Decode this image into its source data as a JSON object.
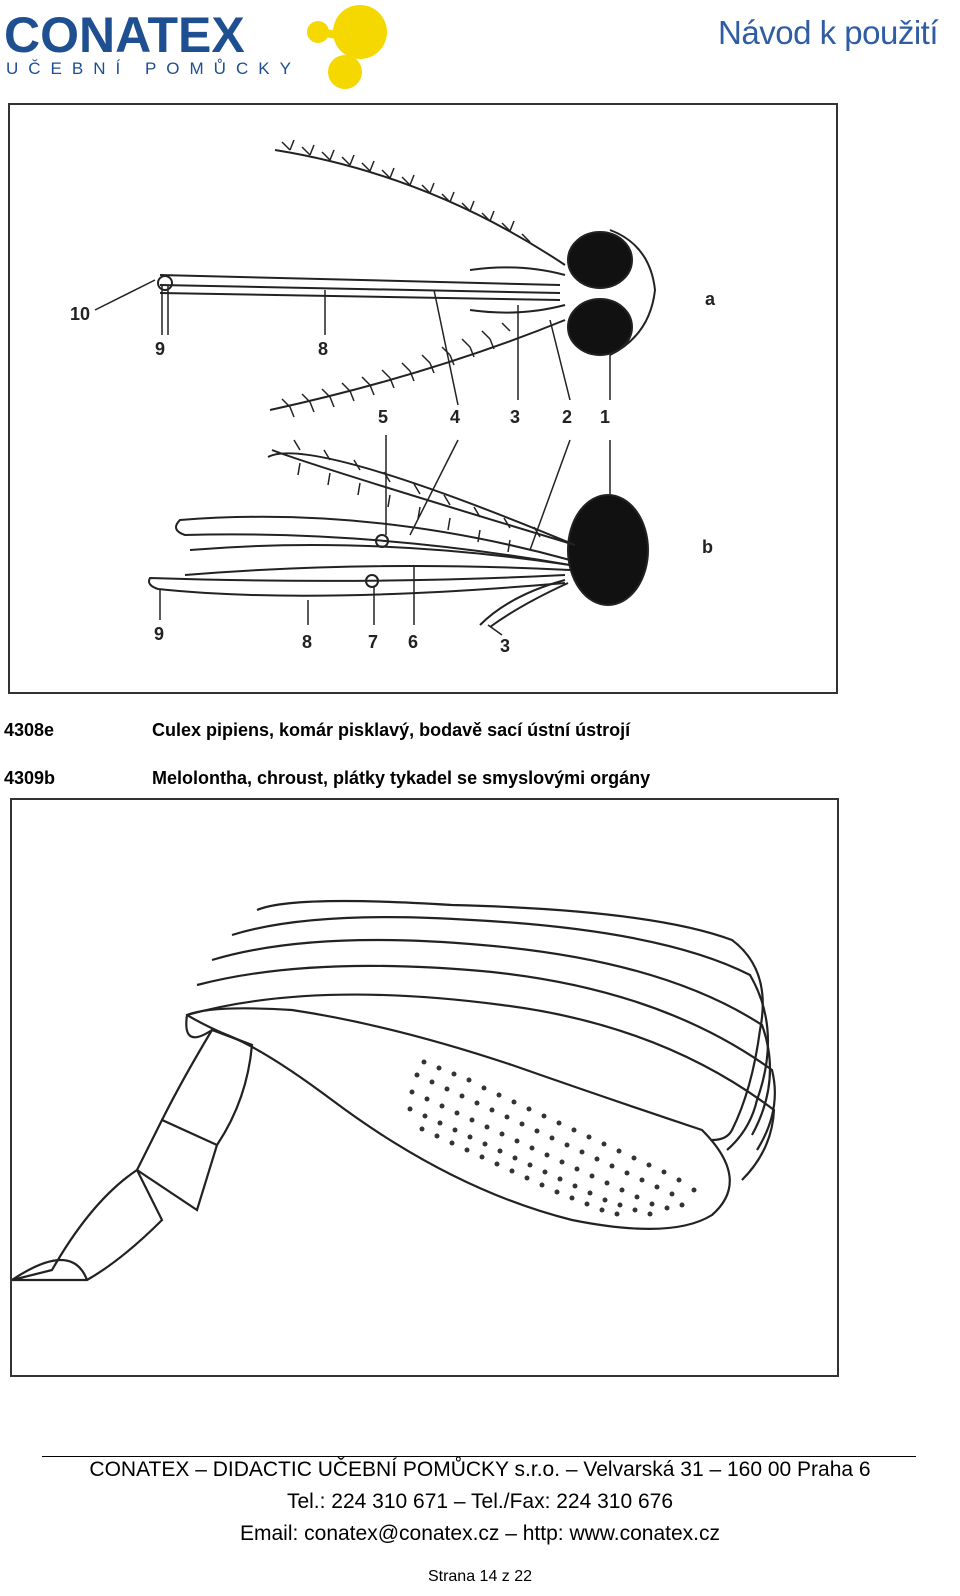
{
  "header": {
    "logo_text": "CONATEX",
    "logo_subtitle": "UČEBNÍ POMŮCKY",
    "doc_title": "Návod k použití"
  },
  "figure1": {
    "labels": [
      "10",
      "9",
      "8",
      "a",
      "5",
      "4",
      "3",
      "2",
      "1",
      "b",
      "9",
      "8",
      "7",
      "6",
      "3"
    ]
  },
  "captions": [
    {
      "code": "4308e",
      "text": "Culex pipiens, komár pisklavý, bodavě sací ústní ústrojí"
    },
    {
      "code": "4309b",
      "text": "Melolontha, chroust, plátky tykadel se smyslovými orgány"
    }
  ],
  "footer": {
    "line1": "CONATEX – DIDACTIC UČEBNÍ POMŮCKY s.r.o. – Velvarská 31 – 160 00 Praha 6",
    "line2": "Tel.: 224 310 671 – Tel./Fax: 224 310 676",
    "line3": "Email: conatex@conatex.cz – http: www.conatex.cz",
    "page": "Strana 14 z 22"
  },
  "colors": {
    "logo_blue": "#1d4f91",
    "logo_yellow": "#f5d800",
    "title_blue": "#2f5da3"
  }
}
